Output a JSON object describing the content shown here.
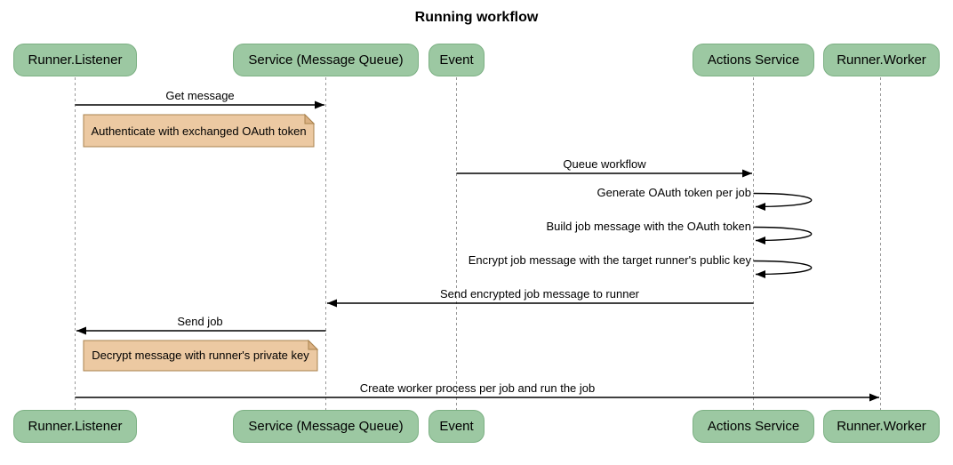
{
  "title": "Running workflow",
  "participants": [
    {
      "id": "runner-listener",
      "label": "Runner.Listener"
    },
    {
      "id": "service-message-queue",
      "label": "Service (Message Queue)"
    },
    {
      "id": "event",
      "label": "Event"
    },
    {
      "id": "actions-service",
      "label": "Actions Service"
    },
    {
      "id": "runner-worker",
      "label": "Runner.Worker"
    }
  ],
  "messages": [
    {
      "type": "arrow",
      "from": "Runner.Listener",
      "to": "Service (Message Queue)",
      "text": "Get message"
    },
    {
      "type": "note",
      "over": "Runner.Listener, Service (Message Queue)",
      "text": "Authenticate with exchanged OAuth token"
    },
    {
      "type": "arrow",
      "from": "Event",
      "to": "Actions Service",
      "text": "Queue workflow"
    },
    {
      "type": "self",
      "participant": "Actions Service",
      "text": "Generate OAuth token per job"
    },
    {
      "type": "self",
      "participant": "Actions Service",
      "text": "Build job message with the OAuth token"
    },
    {
      "type": "self",
      "participant": "Actions Service",
      "text": "Encrypt job message with the target runner's public key"
    },
    {
      "type": "arrow",
      "from": "Actions Service",
      "to": "Service (Message Queue)",
      "text": "Send encrypted job message to runner"
    },
    {
      "type": "arrow",
      "from": "Service (Message Queue)",
      "to": "Runner.Listener",
      "text": "Send job"
    },
    {
      "type": "note",
      "over": "Runner.Listener, Service (Message Queue)",
      "text": "Decrypt message with runner's private key"
    },
    {
      "type": "arrow",
      "from": "Runner.Listener",
      "to": "Runner.Worker",
      "text": "Create worker process per job and run the job"
    }
  ],
  "colors": {
    "participant_fill": "#9cc8a2",
    "participant_border": "#7cb083",
    "note_fill": "#ecc9a2",
    "note_border": "#a9824d",
    "note_fold": "#dbb183",
    "lifeline": "#999999",
    "arrow": "#000000",
    "background": "#ffffff"
  }
}
